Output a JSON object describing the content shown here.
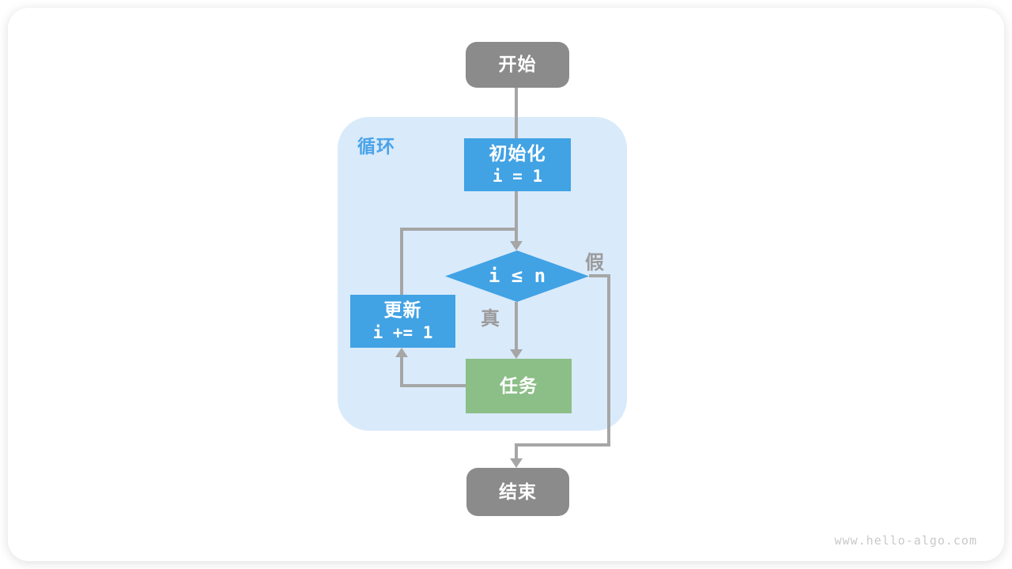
{
  "page": {
    "watermark": "www.hello-algo.com"
  },
  "colors": {
    "blue": "#41a2e4",
    "green": "#8cbe88",
    "node_gray": "#8b8b8b",
    "container_bg": "#d9eafb",
    "line": "#a6a6a6",
    "edge_label": "#9b9b9b",
    "loop_label": "#4aa3e8",
    "watermark": "#c9c9c9"
  },
  "flowchart": {
    "container_label": "循环",
    "nodes": {
      "start": {
        "label": "开始"
      },
      "init": {
        "label": "初始化",
        "code": "i = 1"
      },
      "condition": {
        "code": "i ≤ n"
      },
      "update": {
        "label": "更新",
        "code": "i += 1"
      },
      "task": {
        "label": "任务"
      },
      "end": {
        "label": "结束"
      }
    },
    "edge_labels": {
      "true": "真",
      "false": "假"
    }
  }
}
